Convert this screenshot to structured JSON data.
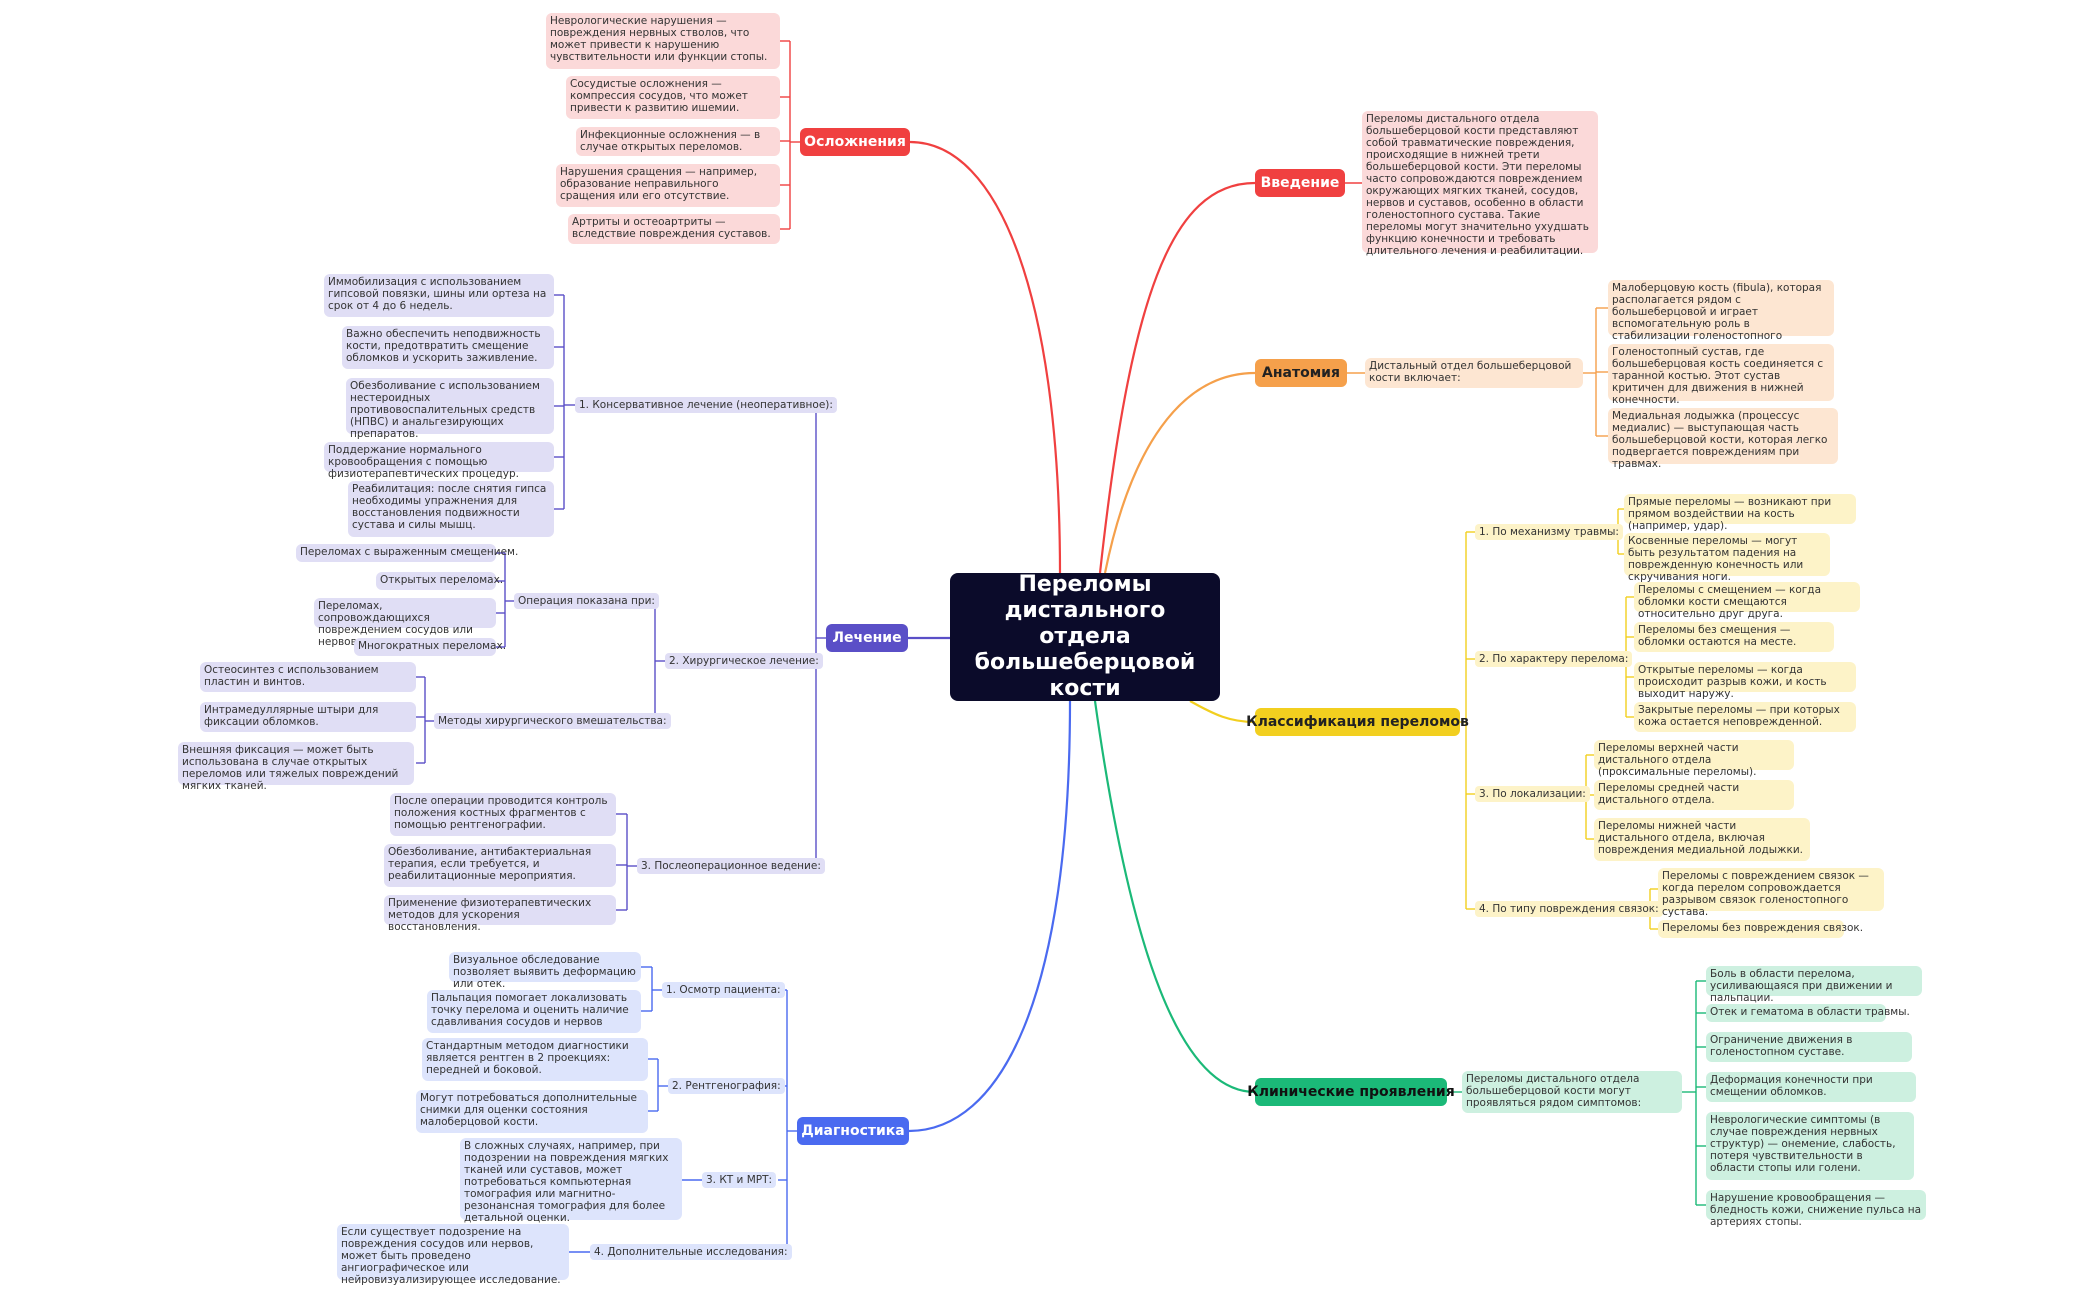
{
  "root": {
    "title": "Переломы дистального отдела большеберцовой кости"
  },
  "colors": {
    "root": "#0b0b2a",
    "complications": "#f04040",
    "intro": "#f04040",
    "anatomy": "#f5a04b",
    "classification": "#f2cf1f",
    "clinical": "#1bb978",
    "treatment": "#5a4fc7",
    "diagnostics": "#4a6af0"
  },
  "complications": {
    "title": "Осложнения",
    "items": [
      "Неврологические нарушения — повреждения нервных стволов, что может привести к нарушению чувствительности или функции стопы.",
      "Сосудистые осложнения — компрессия сосудов, что может привести к развитию ишемии.",
      "Инфекционные осложнения — в случае открытых переломов.",
      "Нарушения сращения — например, образование неправильного сращения или его отсутствие.",
      "Артриты и остеоартриты — вследствие повреждения суставов."
    ]
  },
  "intro": {
    "title": "Введение",
    "text": "Переломы дистального отдела большеберцовой кости представляют собой травматические повреждения, происходящие в нижней трети большеберцовой кости. Эти переломы часто сопровождаются повреждением окружающих мягких тканей, сосудов, нервов и суставов, особенно в области голеностопного сустава. Такие переломы могут значительно ухудшать функцию конечности и требовать длительного лечения и реабилитации."
  },
  "anatomy": {
    "title": "Анатомия",
    "sub": "Дистальный отдел большеберцовой кости включает:",
    "items": [
      "Малоберцовую кость (fibula), которая располагается рядом с большеберцовой и играет вспомогательную роль в стабилизации голеностопного сустава.",
      "Голеностопный сустав, где большеберцовая кость соединяется с таранной костью. Этот сустав критичен для движения в нижней конечности.",
      "Медиальная лодыжка (процессус медиалис) — выступающая часть большеберцовой кости, которая легко подвергается повреждениям при травмах."
    ]
  },
  "classification": {
    "title": "Классификация переломов",
    "groups": [
      {
        "label": "1. По механизму травмы:",
        "items": [
          "Прямые переломы — возникают при прямом воздействии на кость (например, удар).",
          "Косвенные переломы — могут быть результатом падения на поврежденную конечность или скручивания ноги."
        ]
      },
      {
        "label": "2. По характеру перелома:",
        "items": [
          "Переломы с смещением — когда обломки кости смещаются относительно друг друга.",
          "Переломы без смещения — обломки остаются на месте.",
          "Открытые переломы — когда происходит разрыв кожи, и кость выходит наружу.",
          "Закрытые переломы — при которых кожа остается неповрежденной."
        ]
      },
      {
        "label": "3. По локализации:",
        "items": [
          "Переломы верхней части дистального отдела (проксимальные переломы).",
          "Переломы средней части дистального отдела.",
          "Переломы нижней части дистального отдела, включая повреждения медиальной лодыжки."
        ]
      },
      {
        "label": "4. По типу повреждения связок:",
        "items": [
          "Переломы с повреждением связок — когда перелом сопровождается разрывом связок голеностопного сустава.",
          "Переломы без повреждения связок."
        ]
      }
    ]
  },
  "clinical": {
    "title": "Клинические проявления",
    "sub": "Переломы дистального отдела большеберцовой кости могут проявляться рядом симптомов:",
    "items": [
      "Боль в области перелома, усиливающаяся при движении и пальпации.",
      "Отек и гематома в области травмы.",
      "Ограничение движения в голеностопном суставе.",
      "Деформация конечности при смещении обломков.",
      "Неврологические симптомы (в случае повреждения нервных структур) — онемение, слабость, потеря чувствительности в области стопы или голени.",
      "Нарушение кровообращения — бледность кожи, снижение пульса на артериях стопы."
    ]
  },
  "treatment": {
    "title": "Лечение",
    "conservative": {
      "label": "1. Консервативное лечение (неоперативное):",
      "items": [
        "Иммобилизация с использованием гипсовой повязки, шины или ортеза на срок от 4 до 6 недель.",
        "Важно обеспечить неподвижность кости, предотвратить смещение обломков и ускорить заживление.",
        "Обезболивание с использованием нестероидных противовоспалительных средств (НПВС) и анальгезирующих препаратов.",
        "Поддержание нормального кровообращения с помощью физиотерапевтических процедур.",
        "Реабилитация: после снятия гипса необходимы упражнения для восстановления подвижности сустава и силы мышц."
      ]
    },
    "surgical": {
      "label": "2. Хирургическое лечение:",
      "indications": {
        "label": "Операция показана при:",
        "items": [
          "Переломах с выраженным смещением.",
          "Открытых переломах.",
          "Переломах, сопровождающихся повреждением сосудов или нервов.",
          "Многократных переломах."
        ]
      },
      "methods": {
        "label": "Методы хирургического вмешательства:",
        "items": [
          "Остеосинтез с использованием пластин и винтов.",
          "Интрамедуллярные штыри для фиксации обломков.",
          "Внешняя фиксация — может быть использована в случае открытых переломов или тяжелых повреждений мягких тканей."
        ]
      }
    },
    "postop": {
      "label": "3. Послеоперационное ведение:",
      "items": [
        "После операции проводится контроль положения костных фрагментов с помощью рентгенографии.",
        "Обезболивание, антибактериальная терапия, если требуется, и реабилитационные мероприятия.",
        "Применение физиотерапевтических методов для ускорения восстановления."
      ]
    }
  },
  "diagnostics": {
    "title": "Диагностика",
    "groups": [
      {
        "label": "1. Осмотр пациента:",
        "items": [
          "Визуальное обследование позволяет выявить деформацию или отек.",
          "Пальпация помогает локализовать точку перелома и оценить наличие сдавливания сосудов и нервов"
        ]
      },
      {
        "label": "2. Рентгенография:",
        "items": [
          "Стандартным методом диагностики является рентген в 2 проекциях: передней и боковой.",
          "Могут потребоваться дополнительные снимки для оценки состояния малоберцовой кости."
        ]
      },
      {
        "label": "3. КТ и МРТ:",
        "items": [
          "В сложных случаях, например, при подозрении на повреждения мягких тканей или суставов, может потребоваться компьютерная томография или магнитно-резонансная томография для более детальной оценки."
        ]
      },
      {
        "label": "4. Дополнительные исследования:",
        "items": [
          "Если существует подозрение на повреждения сосудов или нервов, может быть проведено ангиографическое или нейровизуализирующее исследование."
        ]
      }
    ]
  }
}
